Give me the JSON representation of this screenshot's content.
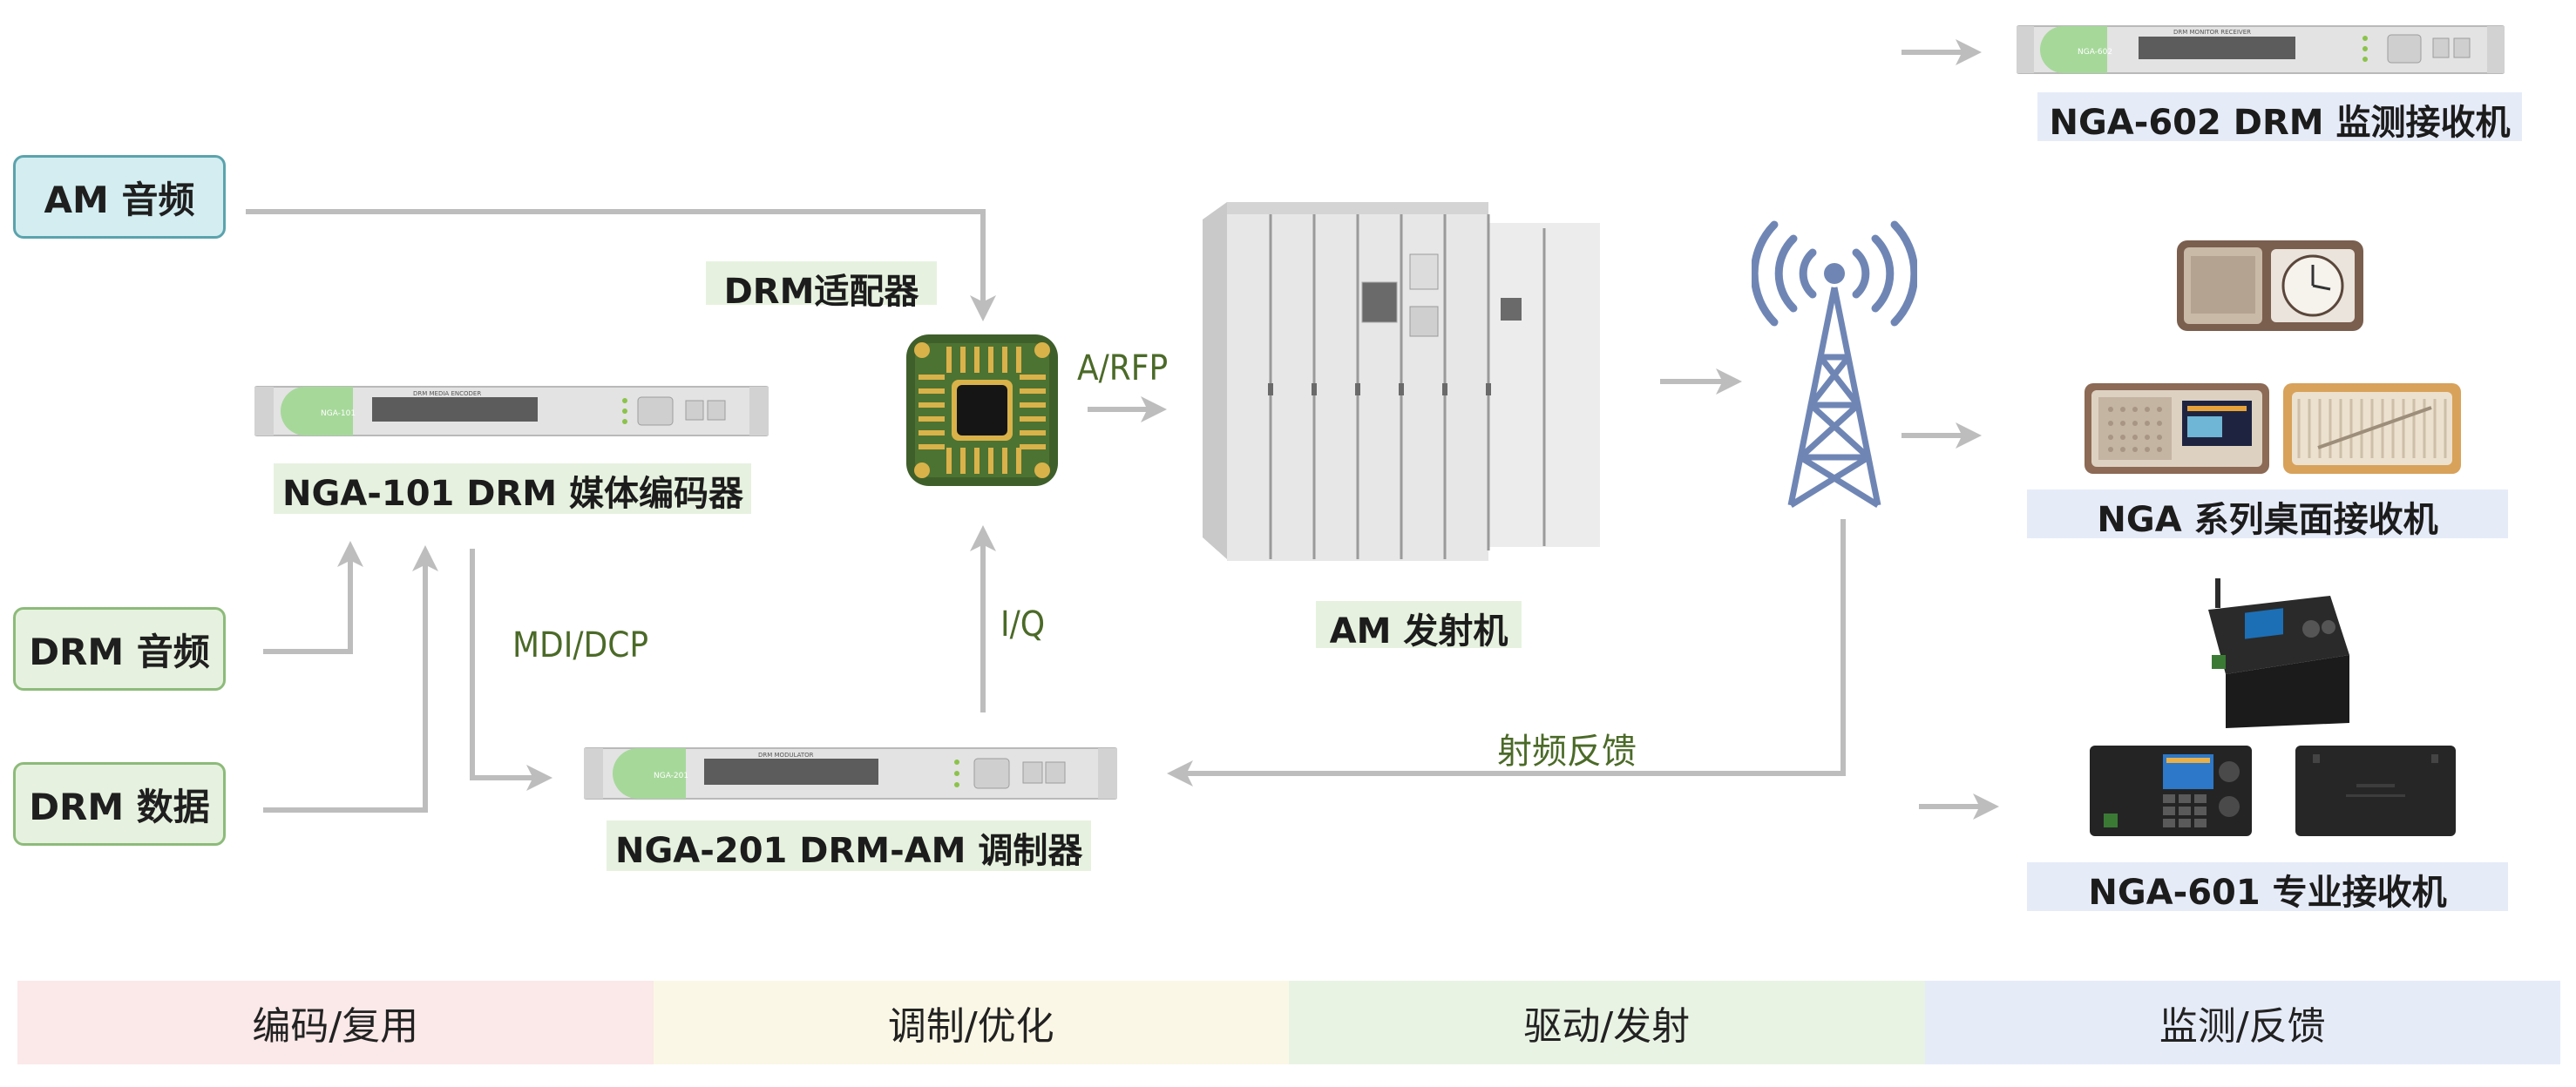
{
  "inputs": {
    "am_audio": "AM 音频",
    "drm_audio": "DRM 音频",
    "drm_data": "DRM 数据"
  },
  "devices": {
    "encoder_label": "NGA-101 DRM 媒体编码器",
    "encoder_badge": "NGA-101",
    "encoder_panel": "DRM MEDIA ENCODER",
    "adapter_label": "DRM适配器",
    "modulator_label": "NGA-201 DRM-AM 调制器",
    "modulator_badge": "NGA-201",
    "modulator_panel": "DRM MODULATOR",
    "transmitter_label": "AM 发射机",
    "monitor_label": "NGA-602 DRM 监测接收机",
    "monitor_badge": "NGA-602",
    "monitor_panel": "DRM MONITOR RECEIVER",
    "desktop_label": "NGA 系列桌面接收机",
    "pro_label": "NGA-601 专业接收机"
  },
  "signals": {
    "a_rfp": "A/RFP",
    "mdi_dcp": "MDI/DCP",
    "iq": "I/Q",
    "rf_feedback": "射频反馈"
  },
  "stages": [
    {
      "label": "编码/复用",
      "color": "#fbe8e8"
    },
    {
      "label": "调制/优化",
      "color": "#fbf7e6"
    },
    {
      "label": "驱动/发射",
      "color": "#e9f3e4"
    },
    {
      "label": "监测/反馈",
      "color": "#e6ebf8"
    }
  ],
  "colors": {
    "am_box_fill": "#d3edf0",
    "am_box_border": "#5ba3ad",
    "drm_box_fill": "#e6f2df",
    "drm_box_border": "#8dbb7a",
    "arrow": "#bdbdbd",
    "signal_text": "#4b6a28",
    "antenna": "#6f86b5"
  }
}
